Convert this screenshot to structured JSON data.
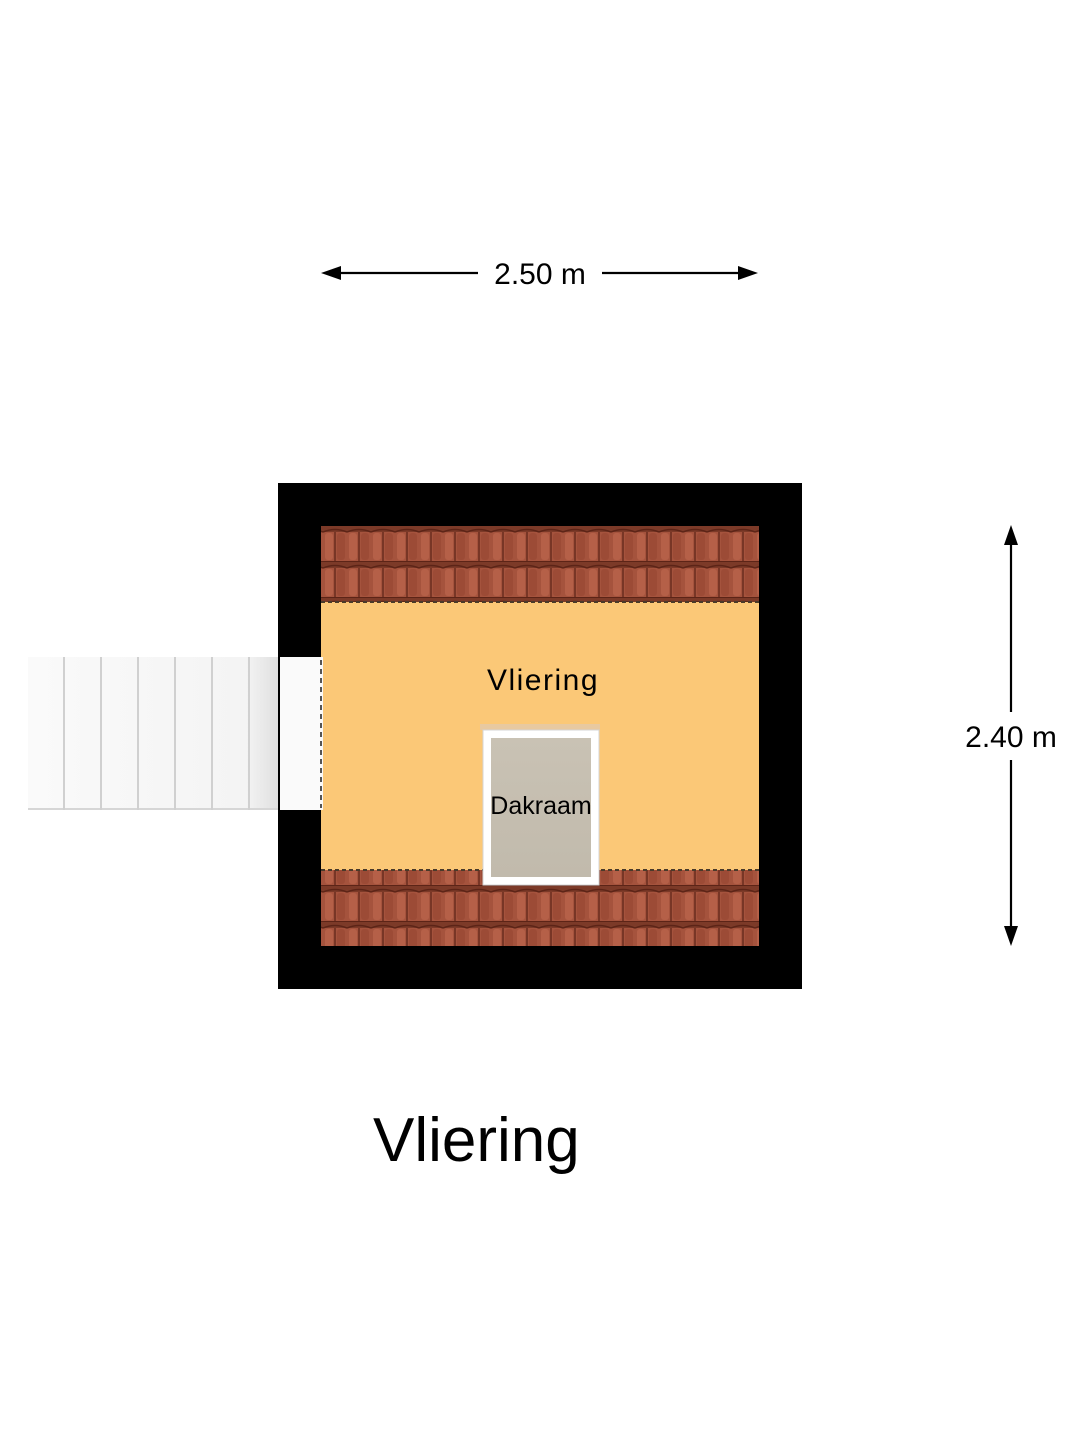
{
  "floor": {
    "title": "Vliering"
  },
  "room": {
    "name": "Vliering"
  },
  "skylight": {
    "label": "Dakraam"
  },
  "dimensions": {
    "width": "2.50 m",
    "depth": "2.40 m"
  },
  "colors": {
    "wall": "#000000",
    "floor": "#fbc877",
    "roof_tile": "#a5533d",
    "roof_tile_dark": "#6d2f20",
    "skylight_glass": "#c6bfb1",
    "skylight_frame": "#ffffff",
    "stair": "#f3f3f3",
    "dimension_line": "#000000"
  }
}
